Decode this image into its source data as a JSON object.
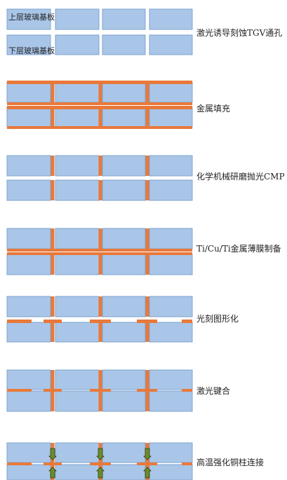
{
  "labels": {
    "upper_glass": "上层玻璃基板",
    "lower_glass": "下层玻璃基板"
  },
  "steps": [
    {
      "label": "激光诱导刻蚀TGV通孔"
    },
    {
      "label": "金属填充"
    },
    {
      "label": "化学机械研磨抛光CMP"
    },
    {
      "label": "Ti/Cu/Ti金属薄膜制备"
    },
    {
      "label": "光刻图形化"
    },
    {
      "label": "激光键合"
    },
    {
      "label": "高温强化铜柱连接"
    }
  ],
  "colors": {
    "glass_fill": "#a9c6e8",
    "glass_stroke": "#7ea3cf",
    "metal": "#e8793a",
    "arrow_fill": "#6e8b2a",
    "arrow_stroke": "#2f3d10"
  }
}
